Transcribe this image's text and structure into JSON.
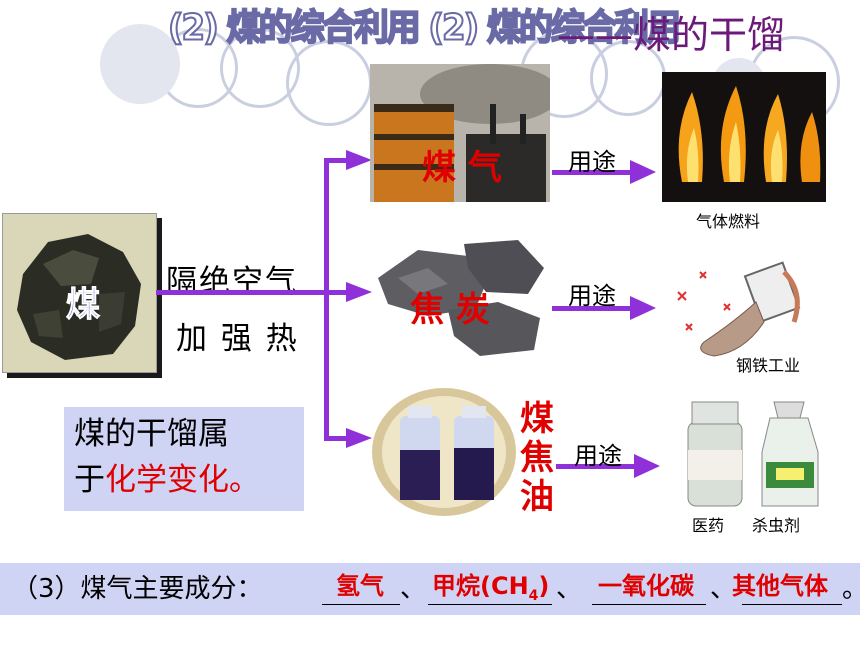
{
  "title": {
    "outlined": "(2) 煤的综合利用 (2) 煤的综合利用",
    "plain": "——煤的干馏"
  },
  "source": {
    "label": "煤"
  },
  "process": {
    "line1": "隔绝空气",
    "line2": "加 强 热"
  },
  "branches": [
    {
      "product": "煤  气",
      "use_label": "用途",
      "use_caption": "气体燃料"
    },
    {
      "product": "焦 炭",
      "use_label": "用途",
      "use_caption": "钢铁工业"
    },
    {
      "product_chars": [
        "煤",
        "焦",
        "油"
      ],
      "use_label": "用途",
      "use_caption_1": "医药",
      "use_caption_2": "杀虫剂"
    }
  ],
  "note": {
    "line1": "煤的干馏属",
    "line2_prefix": "于",
    "line2_highlight": "化学变化。"
  },
  "bottom": {
    "prefix": "（3）煤气主要成分：",
    "answers": [
      "氢气",
      "甲烷(CH",
      "一氧化碳",
      "其他气体"
    ],
    "methane_sub": "4",
    "methane_close": ")",
    "separator": "、",
    "end": "。"
  }
}
